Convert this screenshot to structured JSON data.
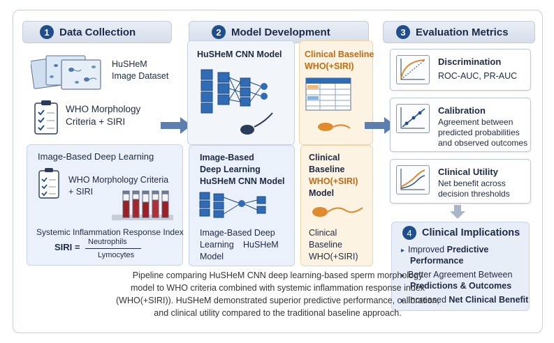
{
  "sections": {
    "s1": {
      "num": "1",
      "title": "Data Collection"
    },
    "s2": {
      "num": "2",
      "title": "Model Development"
    },
    "s3": {
      "num": "3",
      "title": "Evaluation Metrics"
    }
  },
  "data_collection": {
    "dataset_line1": "HuSHeM",
    "dataset_line2": "Image Dataset",
    "who_line1": "WHO Morphology",
    "who_line2": "Criteria + SIRI",
    "panel_title": "Image-Based Deep Learning",
    "panel_who_line1": "WHO Morphology Criteria",
    "panel_who_line2": "+ SIRI",
    "siri_title": "Systemic Inflammation Response Index",
    "siri_label": "SIRI =",
    "siri_numerator": "Neutrophils",
    "siri_denominator": "Lymocytes"
  },
  "model_development": {
    "cnn_title": "HuSHeM CNN Model",
    "baseline_line1": "Clinical Baseline",
    "baseline_line2": "WHO(+SIRI)",
    "dl_line1": "Image-Based",
    "dl_line2": "Deep Learning",
    "dl_line3": "HuSHeM CNN Model",
    "baseline2_line1": "Clinical",
    "baseline2_line2": "Baseline",
    "baseline2_line3": "WHO(+SIRI)",
    "baseline2_line4": "Model",
    "bottom_l1": "Image-Based Deep",
    "bottom_l2": "Learning",
    "bottom_l3": "Model",
    "bottom_husheM": "HuSHeM",
    "bottom_r1": "Clinical",
    "bottom_r2": "Baseline",
    "bottom_r3": "WHO(+SIRI)"
  },
  "evaluation": {
    "discrimination_title": "Discrimination",
    "discrimination_text": "ROC-AUC, PR-AUC",
    "calibration_title": "Calibration",
    "calibration_l1": "Agreement between",
    "calibration_l2": "predicted probabilities",
    "calibration_l3": "and observed outcomes",
    "utility_title": "Clinical Utility",
    "utility_l1": "Net benefit across",
    "utility_l2": "decision thresholds"
  },
  "implications": {
    "num": "4",
    "title": "Clinical Implications",
    "b1_pre": "Improved ",
    "b1_bold": "Predictive",
    "b1_l2": "Performance",
    "b2_l1": "Better Agreement Between",
    "b2_l2": "Predictions & Outcomes",
    "b3_pre": "Increased ",
    "b3_bold": "Net Clinical Benefit"
  },
  "caption": {
    "l1": "Pipeline comparing HuSHeM CNN deep learning-based sperm morphology",
    "l2": "model to WHO criteria combined with systemic inflammation response index",
    "l3": "(WHO(+SIRI)). HuSHeM demonstrated superior predictive performance, calibration,",
    "l4": "and clinical utility compared to the traditional baseline approach."
  },
  "colors": {
    "accent": "#1f4e8c",
    "orange": "#e08a2c",
    "blue_panel": "#eaf1fa",
    "orange_panel": "#fdf3e3"
  }
}
